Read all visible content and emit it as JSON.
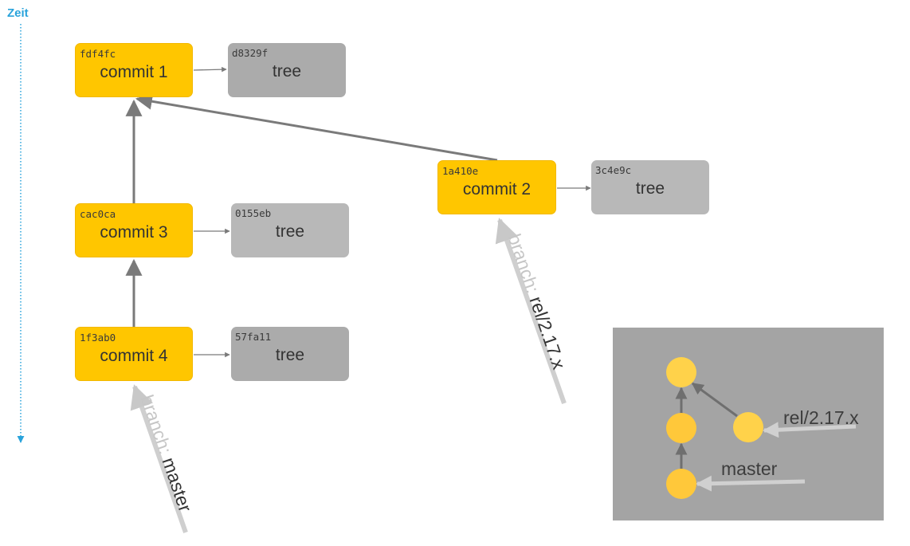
{
  "timeline": {
    "label": "Zeit"
  },
  "commits": [
    {
      "hash": "fdf4fc",
      "label": "commit 1"
    },
    {
      "hash": "cac0ca",
      "label": "commit 3"
    },
    {
      "hash": "1f3ab0",
      "label": "commit 4"
    },
    {
      "hash": "1a410e",
      "label": "commit 2"
    }
  ],
  "trees": [
    {
      "hash": "d8329f",
      "label": "tree"
    },
    {
      "hash": "0155eb",
      "label": "tree"
    },
    {
      "hash": "57fa11",
      "label": "tree"
    },
    {
      "hash": "3c4e9c",
      "label": "tree"
    }
  ],
  "branches": {
    "master": {
      "prefix": "branch:",
      "name": "master"
    },
    "release": {
      "prefix": "branch:",
      "name": "rel/2.17.x"
    }
  },
  "mini_diagram": {
    "release_label": "rel/2.17.x",
    "master_label": "master"
  },
  "colors": {
    "commit": "#ffc600",
    "tree": "#b8b8b8",
    "edge": "#7a7a7a",
    "timeline": "#29a3db",
    "mini_background": "#a4a4a4",
    "mini_node": "#ffd24a"
  }
}
